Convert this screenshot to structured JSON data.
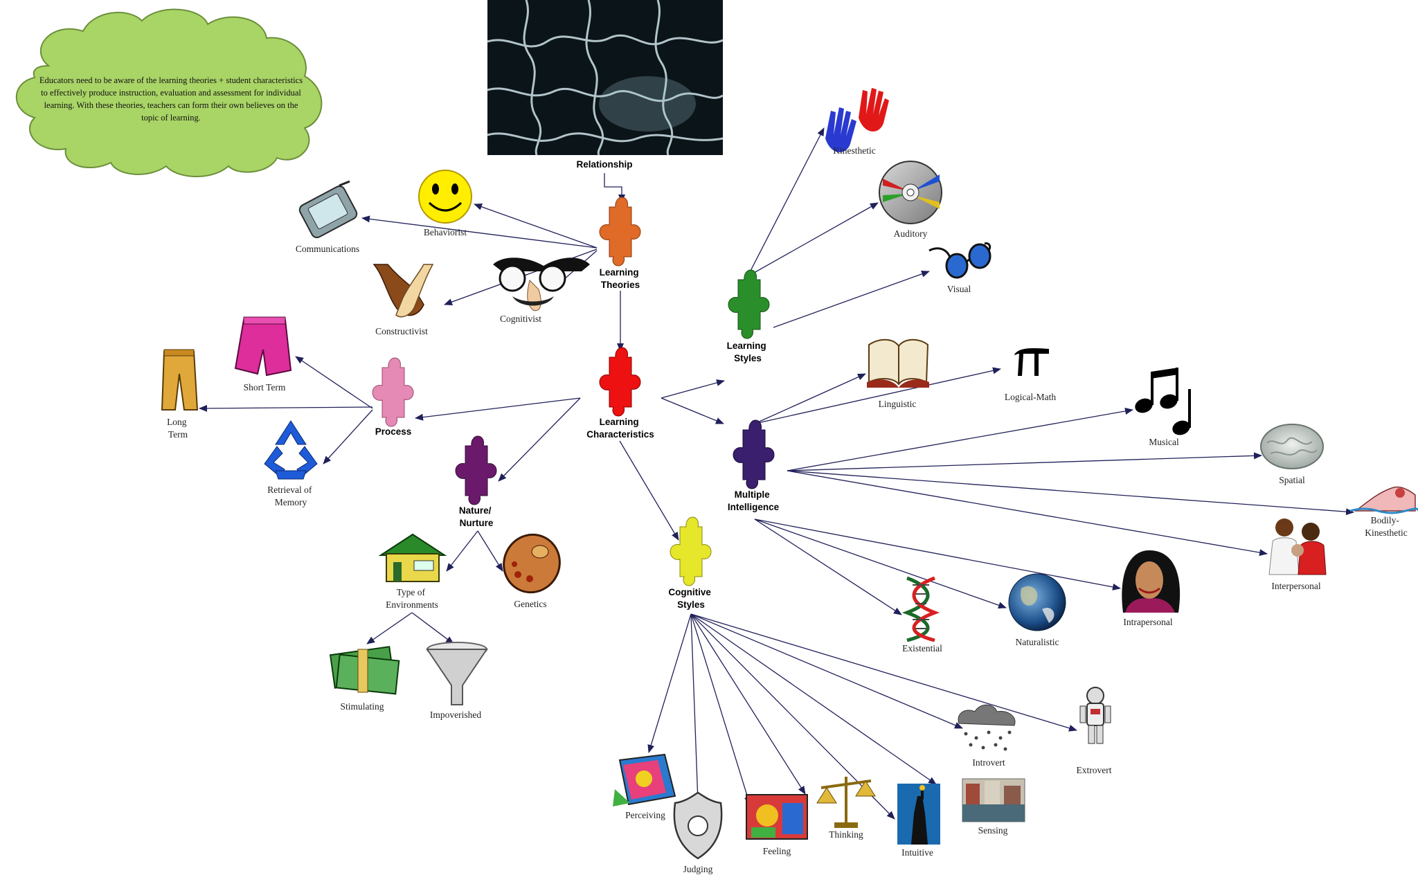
{
  "note": "Educators need to be aware of the learning theories + student characteristics to effectively produce instruction, evaluation and assessment for individual learning. With these theories, teachers can form their own believes on the topic of learning.",
  "colors": {
    "cloud": "#a9d466",
    "edge": "#20205a",
    "learning_theories": "#e06a28",
    "learning_characteristics": "#ee1111",
    "learning_styles": "#2a8f2a",
    "multiple_intelligence": "#3a1f6e",
    "process": "#e58ab4",
    "nature_nurture": "#6b1a6b",
    "cognitive_styles": "#e6e62a"
  },
  "hubs": {
    "relationship": "Relationship",
    "learning_theories": [
      "Learning",
      "Theories"
    ],
    "learning_characteristics": [
      "Learning",
      "Characteristics"
    ],
    "learning_styles": [
      "Learning",
      "Styles"
    ],
    "multiple_intelligence": [
      "Multiple",
      "Intelligence"
    ],
    "process": "Process",
    "nature_nurture": [
      "Nature/",
      "Nurture"
    ],
    "cognitive_styles": [
      "Cognitive",
      "Styles"
    ]
  },
  "leaves": {
    "behaviorist": "Behaviorist",
    "communications": "Communications",
    "constructivist": "Constructivist",
    "cognitivist": "Cognitivist",
    "short_term": "Short Term",
    "long_term": [
      "Long",
      "Term"
    ],
    "retrieval": [
      "Retrieval of",
      "Memory"
    ],
    "type_env": [
      "Type of",
      "Environments"
    ],
    "genetics": "Genetics",
    "stimulating": "Stimulating",
    "impoverished": "Impoverished",
    "kinesthetic": "Kinesthetic",
    "auditory": "Auditory",
    "visual": "Visual",
    "linguistic": "Linguistic",
    "logical_math": "Logical-Math",
    "musical": "Musical",
    "spatial": "Spatial",
    "bodily": [
      "Bodily-",
      "Kinesthetic"
    ],
    "interpersonal": "Interpersonal",
    "intrapersonal": "Intrapersonal",
    "naturalistic": "Naturalistic",
    "existential": "Existential",
    "perceiving": "Perceiving",
    "judging": "Judging",
    "feeling": "Feeling",
    "thinking": "Thinking",
    "intuitive": "Intuitive",
    "sensing": "Sensing",
    "introvert": "Introvert",
    "extrovert": "Extrovert"
  }
}
